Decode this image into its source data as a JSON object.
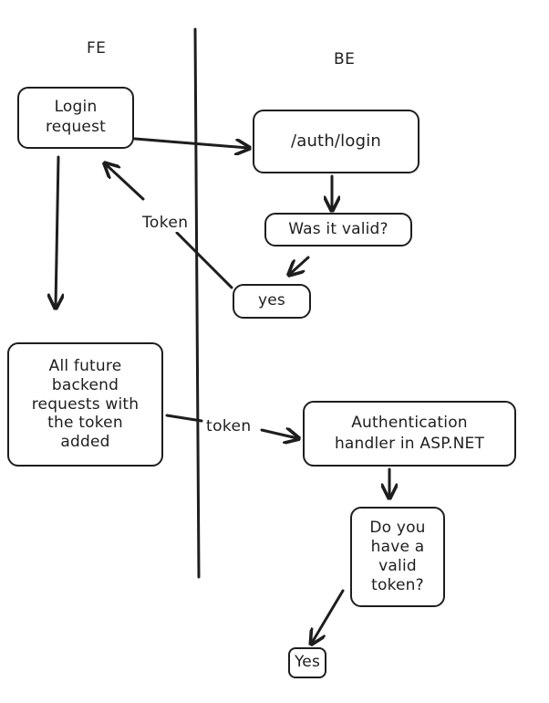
{
  "lanes": {
    "fe": "FE",
    "be": "BE"
  },
  "nodes": {
    "login_request": "Login\nrequest",
    "auth_login": "/auth/login",
    "was_valid": "Was it valid?",
    "yes_1": "yes",
    "future_requests": "All future\nbackend\nrequests with\nthe token\nadded",
    "auth_handler": "Authentication\nhandler in ASP.NET",
    "have_token": "Do you\nhave a\nvalid\ntoken?",
    "yes_2": "Yes"
  },
  "edge_labels": {
    "token_return": "Token",
    "token_forward": "token"
  }
}
